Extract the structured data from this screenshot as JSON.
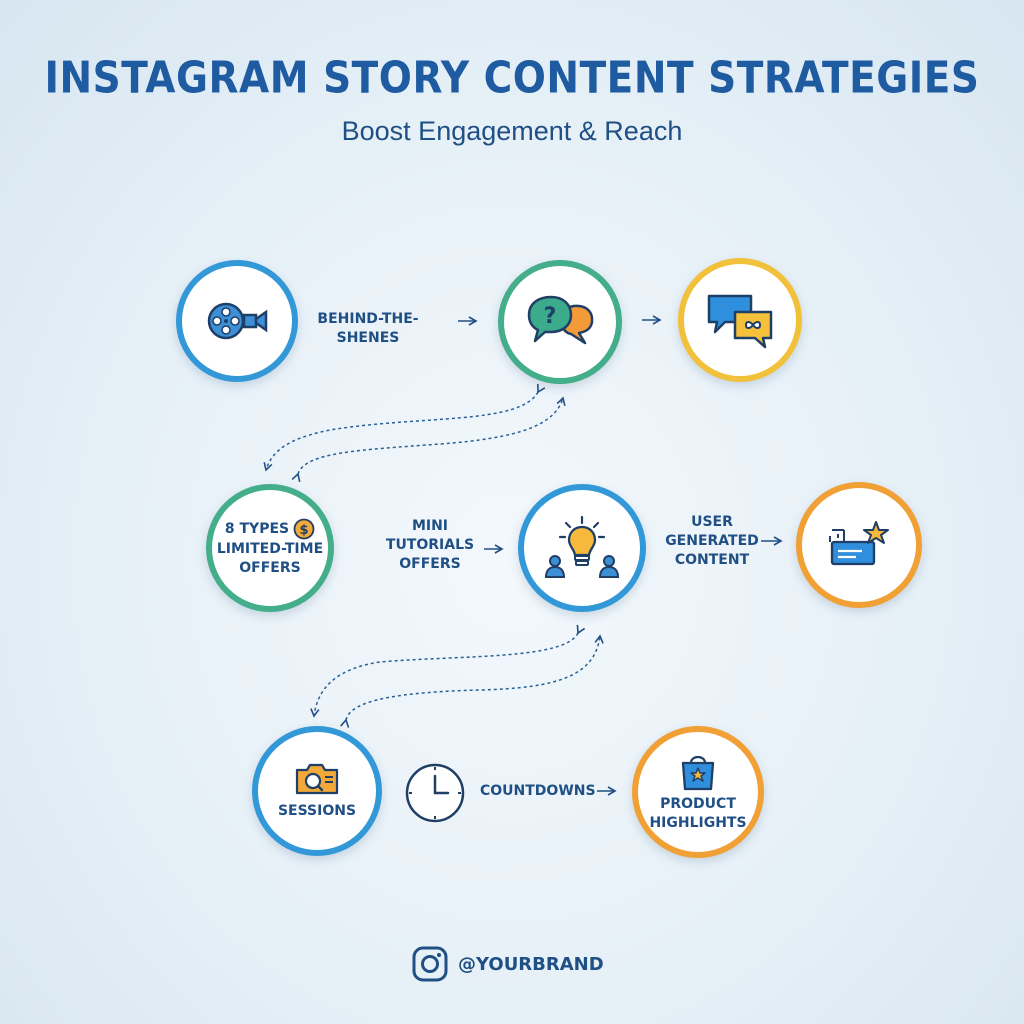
{
  "header": {
    "title": "INSTAGRAM STORY CONTENT STRATEGIES",
    "subtitle": "Boost Engagement & Reach"
  },
  "colors": {
    "blue": "#3398d8",
    "green": "#44ad8a",
    "yellow": "#f2c13c",
    "orange": "#f0a035",
    "navy": "#1f4f84"
  },
  "nodes": {
    "video_camera": {
      "icon": "video-camera-icon"
    },
    "question_chat": {
      "icon": "question-chat-icon"
    },
    "chat_bubbles": {
      "icon": "chat-bubbles-icon"
    },
    "limited_offers": {
      "icon": "dollar-coin-icon",
      "line1": "8 TYPES",
      "line2": "LIMITED-TIME",
      "line3": "OFFERS"
    },
    "ideas": {
      "icon": "lightbulb-people-icon"
    },
    "ugc": {
      "icon": "star-card-icon"
    },
    "sessions": {
      "icon": "camera-search-icon",
      "label": "SESSIONS"
    },
    "products": {
      "icon": "shopping-bag-icon",
      "line1": "PRODUCT",
      "line2": "HIGHLIGHTS"
    }
  },
  "labels": {
    "behind_line1": "BEHIND-THE-",
    "behind_line2": "SHENES",
    "tutorials_line1": "MINI",
    "tutorials_line2": "TUTORIALS",
    "tutorials_line3": "OFFERS",
    "ugc_line1": "USER",
    "ugc_line2": "GENERATED",
    "ugc_line3": "CONTENT",
    "countdowns": "COUNTDOWNS",
    "clock_icon": "clock-icon"
  },
  "footer": {
    "icon": "instagram-icon",
    "handle": "@YOURBRAND"
  }
}
